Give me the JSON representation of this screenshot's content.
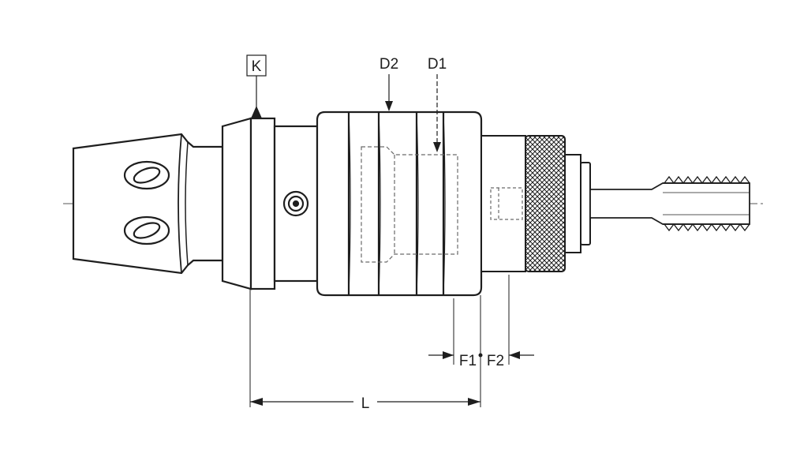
{
  "labels": {
    "k": "K",
    "d2": "D2",
    "d1": "D1",
    "f1": "F1",
    "f2": "F2",
    "l": "L"
  },
  "colors": {
    "line": "#1e1e1e",
    "background": "#ffffff",
    "hidden": "#6a6a6a"
  }
}
